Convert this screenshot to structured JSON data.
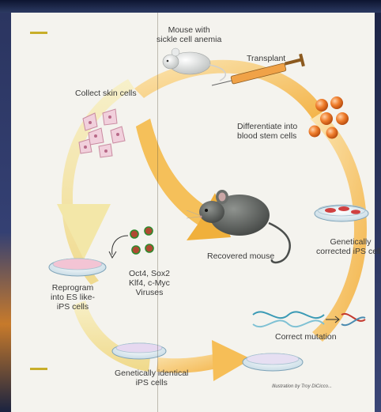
{
  "labels": {
    "mouse_sickle": [
      "Mouse with",
      "sickle cell anemia"
    ],
    "transplant": "Transplant",
    "collect_skin": "Collect skin cells",
    "differentiate": [
      "Differentiate into",
      "blood stem cells"
    ],
    "recovered_mouse": "Recovered mouse",
    "corrected_ips": [
      "Genetically",
      "corrected iPS cells"
    ],
    "factors": [
      "Oct4, Sox2",
      "Klf4, c-Myc",
      "Viruses"
    ],
    "reprogram": [
      "Reprogram",
      "into ES like-",
      "iPS cells"
    ],
    "correct_mutation": "Correct mutation",
    "identical_ips": [
      "Genetically identical",
      "iPS cells"
    ]
  },
  "credit": "Illustration by Troy DiCicco..."
}
